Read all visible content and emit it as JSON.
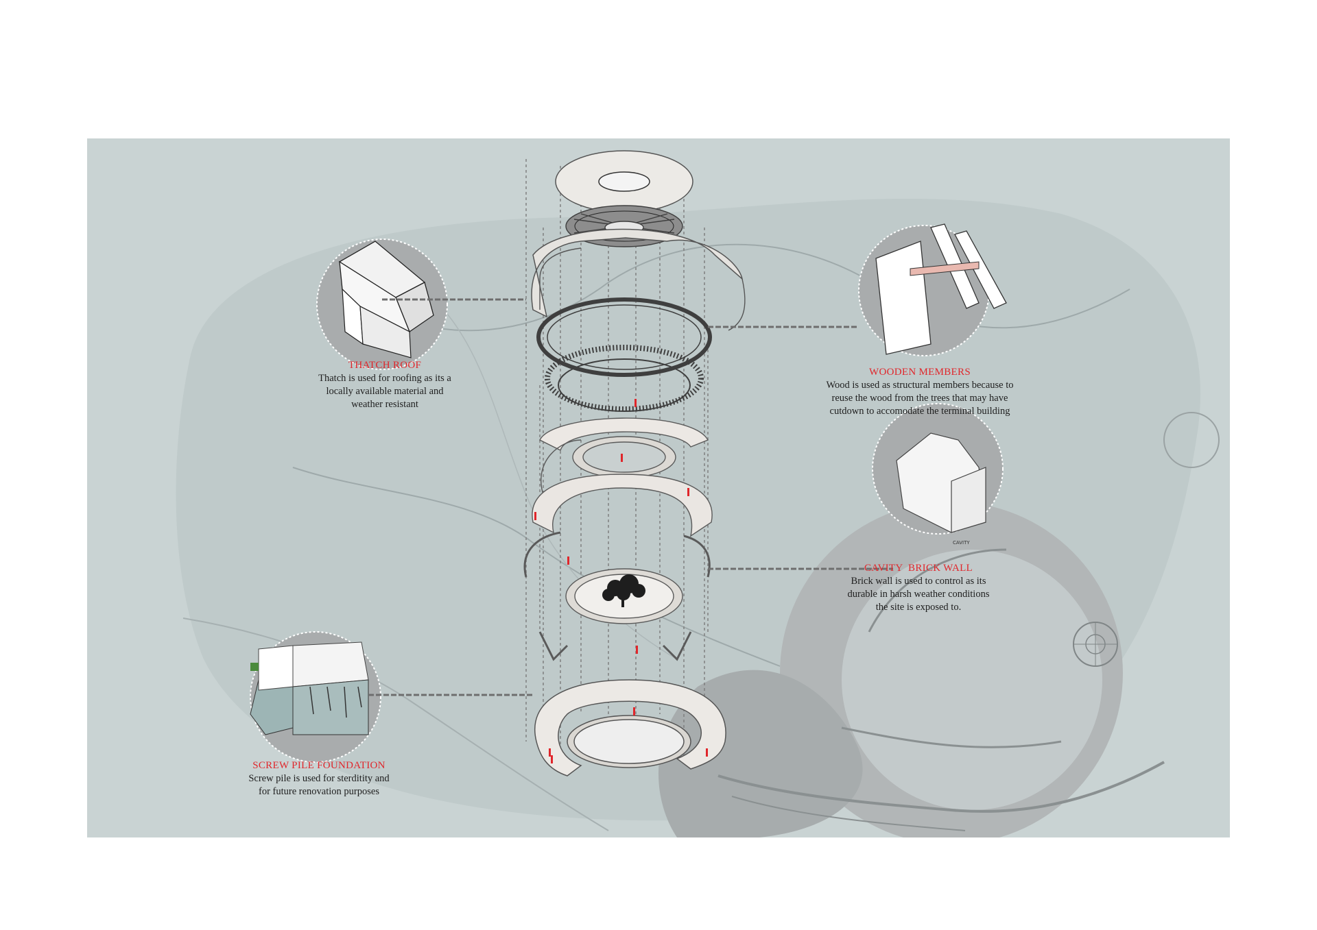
{
  "annotations": {
    "thatch_roof": {
      "title": "THATCH ROOF",
      "lines": [
        "Thatch is used for roofing as its a",
        "locally available material and",
        "weather resistant"
      ]
    },
    "wooden_members": {
      "title": "WOODEN MEMBERS",
      "lines": [
        "Wood is used as structural members because to",
        "reuse the wood from the trees that may have",
        "cutdown to accomodate the terminal building"
      ]
    },
    "cavity_brick_wall": {
      "title": "CAVITY  BRICK WALL",
      "lines": [
        "Brick wall is used to control as its",
        "durable in harsh weather conditions",
        "the site is exposed to."
      ]
    },
    "screw_pile_foundation": {
      "title": "SCREW PILE FOUNDATION",
      "lines": [
        "Screw pile is used for sterditity and",
        "for future renovation purposes"
      ]
    }
  },
  "detail_tag": "CAVITY",
  "colors": {
    "board": "#c9d3d3",
    "title_red": "#e0262b",
    "circle_fill": "#a9acad",
    "leader": "#6e6e6e"
  }
}
